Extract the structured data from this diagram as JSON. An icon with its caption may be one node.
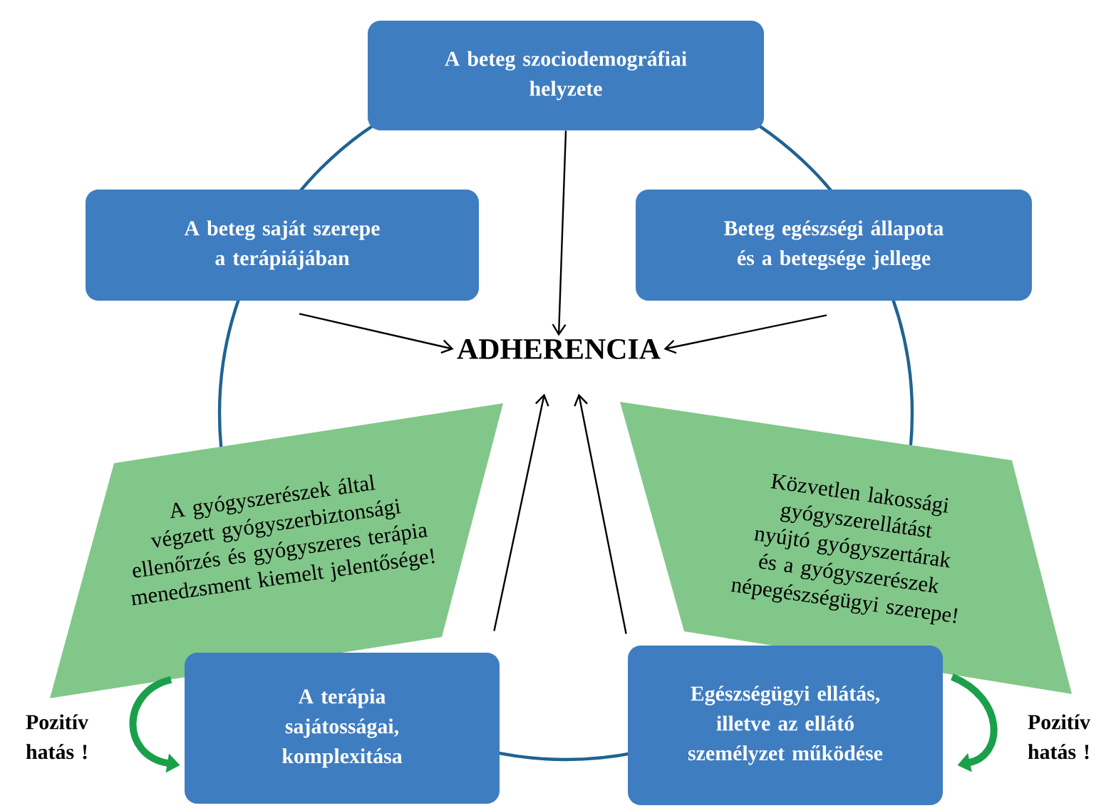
{
  "diagram": {
    "nodes": [
      {
        "text": [
          "A beteg szociodemográfiai helyzete"
        ]
      },
      {
        "text": [
          "A beteg saját szerepe a terápiájában"
        ]
      },
      {
        "text": [
          "Beteg egészségi állapota és a betegsége jellege"
        ]
      },
      {
        "text": [
          "ADHERENCIA"
        ]
      },
      {
        "text": [
          "A gyógyszerészek által végzett gyógyszerbiztonsági ellenőrzés és gyógyszeres terápia menedzsment kiemelt jelentősége!"
        ]
      },
      {
        "text": [
          "Közvetlen lakossági gyógyszerellátást nyújtó gyógyszertárak és a gyógyszerészek népegészségügyi szerepe!"
        ]
      },
      {
        "text": [
          "A terápia sajátosságai, komplexitása"
        ]
      },
      {
        "text": [
          "Egészségügyi ellátás, illetve az ellátó személyzet működése"
        ]
      }
    ],
    "edges": [
      {
        "from": 0,
        "to": 3,
        "arrow": "to"
      },
      {
        "from": 1,
        "to": 3,
        "arrow": "to"
      },
      {
        "from": 2,
        "to": 3,
        "arrow": "to"
      },
      {
        "from": 6,
        "to": 3,
        "arrow": "to"
      },
      {
        "from": 7,
        "to": 3,
        "arrow": "to"
      },
      {
        "from": 4,
        "to": 6,
        "arrow": "to",
        "label": "Pozitív hatás !",
        "style": "thick",
        "color": "#1aa04a"
      },
      {
        "from": 5,
        "to": 7,
        "arrow": "to",
        "label": "Pozitív hatás !",
        "style": "thick",
        "color": "#1aa04a"
      }
    ]
  }
}
